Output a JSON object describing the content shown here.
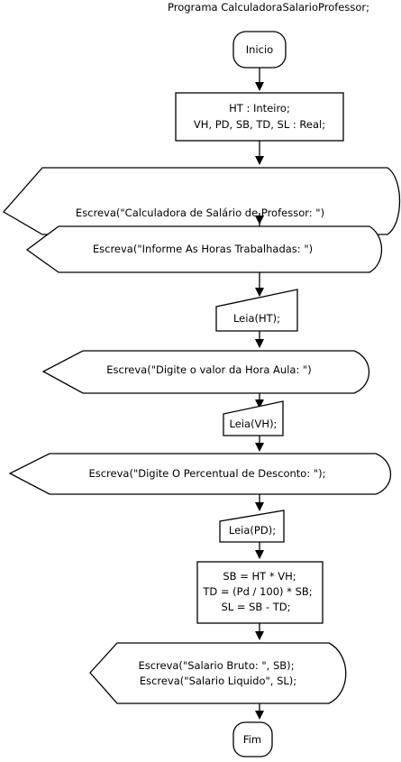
{
  "program_title": "Programa CalculadoraSalarioProfessor;",
  "nodes": {
    "start": "Inicio",
    "declarations": [
      "HT : Inteiro;",
      "VH, PD, SB, TD, SL : Real;"
    ],
    "write_title": "Escreva(\"Calculadora de Salário de Professor: \")",
    "write_hours": "Escreva(\"Informe As Horas Trabalhadas: \")",
    "read_ht": "Leia(HT);",
    "write_hour_value": "Escreva(\"Digite o valor da Hora Aula: \")",
    "read_vh": "Leia(VH);",
    "write_discount": "Escreva(\"Digite O Percentual de Desconto: \");",
    "read_pd": "Leia(PD);",
    "process": [
      "SB = HT * VH;",
      "TD = (Pd / 100) * SB;",
      "SL = SB - TD;"
    ],
    "output": [
      "Escreva(\"Salario Bruto: \", SB);",
      "Escreva(\"Salario Liquido\", SL);"
    ],
    "end": "Fim"
  }
}
